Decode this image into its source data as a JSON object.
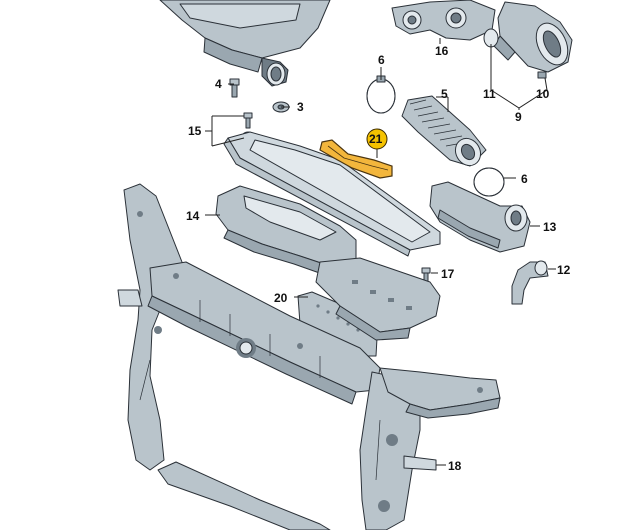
{
  "callouts": {
    "c3": "3",
    "c4": "4",
    "c5": "5",
    "c6a": "6",
    "c6b": "6",
    "c9": "9",
    "c10": "10",
    "c11": "11",
    "c12": "12",
    "c13": "13",
    "c14": "14",
    "c15": "15",
    "c16": "16",
    "c17": "17",
    "c18": "18",
    "c20": "20",
    "c21": "21"
  },
  "highlighted_part": "21",
  "colors": {
    "part_fill": "#b9c4cb",
    "part_stroke": "#2b3138",
    "highlight": "#f3b63c",
    "highlight_badge": "#f5c200"
  }
}
